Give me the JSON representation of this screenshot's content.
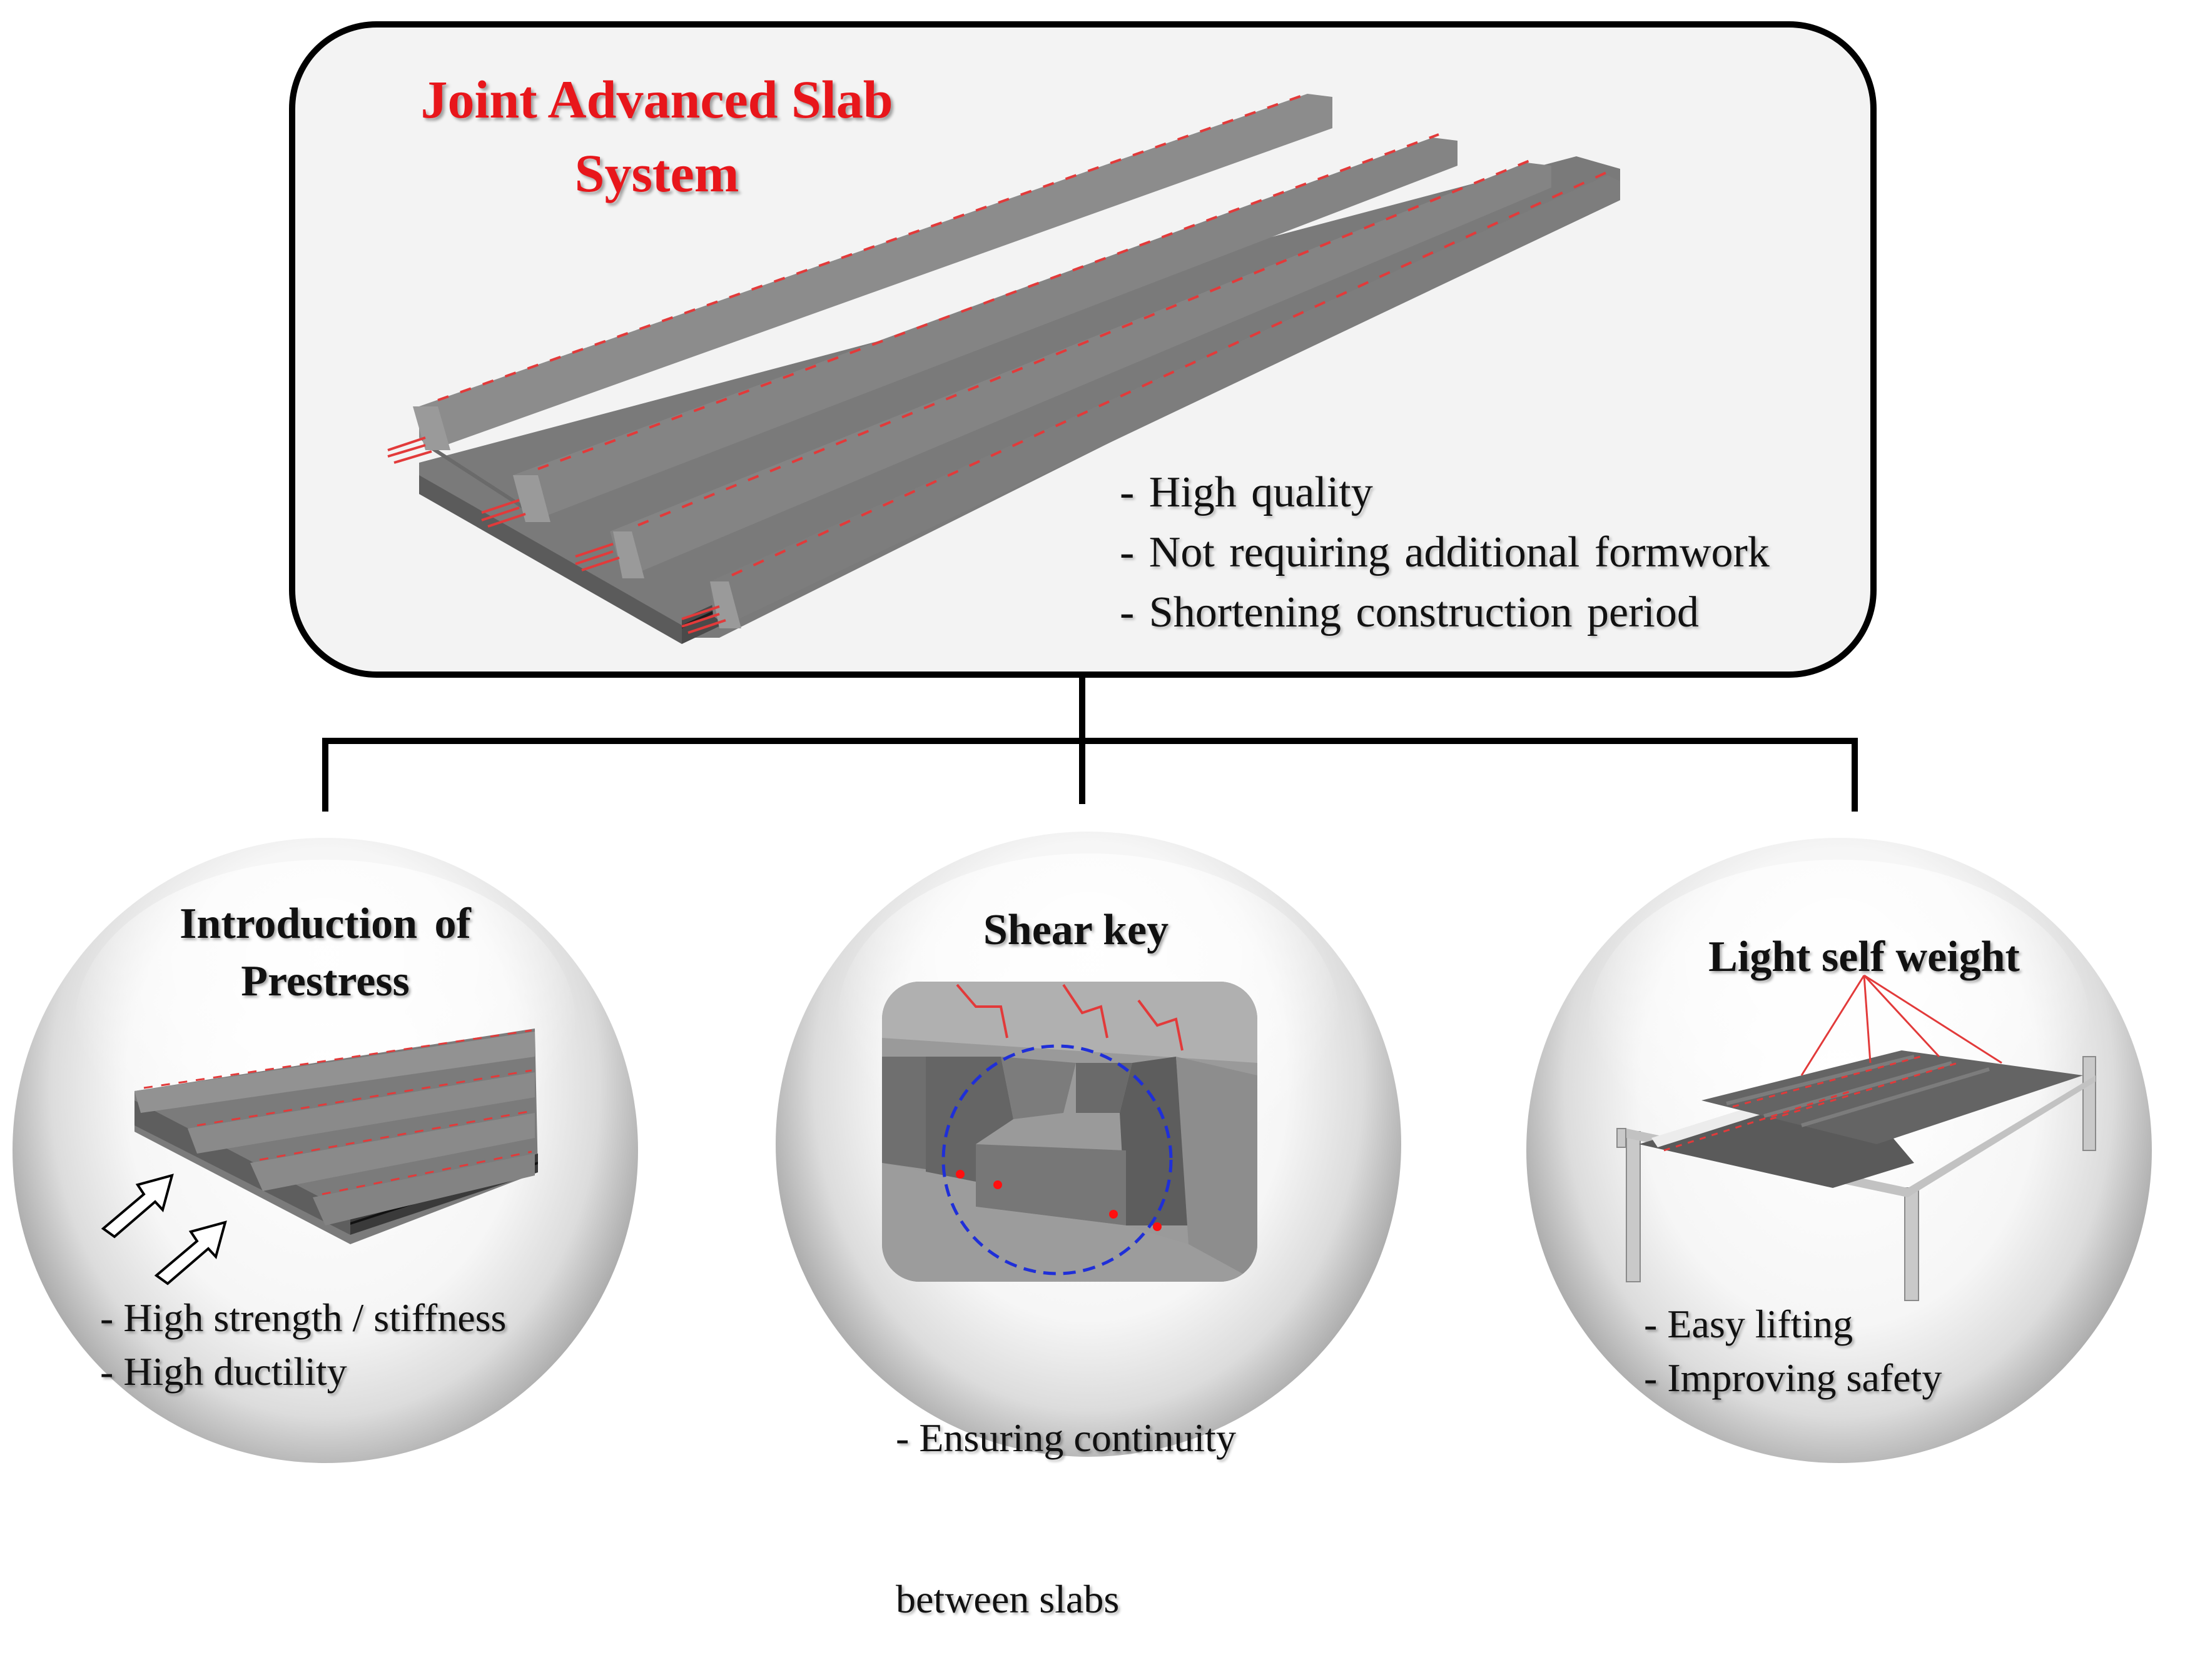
{
  "system": {
    "title_line1": "Joint Advanced Slab",
    "title_line2": "System",
    "bullets": [
      "- High quality",
      "- Not requiring additional formwork",
      "- Shortening construction period"
    ]
  },
  "features": [
    {
      "title_line1": "Introduction of",
      "title_line2": "Prestress",
      "bullets": [
        "- High strength / stiffness",
        "- High ductility"
      ]
    },
    {
      "title_line1": "Shear key",
      "bullets": [
        "- Ensuring continuity",
        "  between slabs"
      ]
    },
    {
      "title_line1": "Light self weight",
      "bullets": [
        "- Easy lifting",
        "- Improving safety"
      ]
    }
  ],
  "colors": {
    "title_red": "#e8161b",
    "rebar_red": "#e23a3a",
    "concrete_gray": "#6f6f6f",
    "circle_blue": "#1f2fd8"
  }
}
